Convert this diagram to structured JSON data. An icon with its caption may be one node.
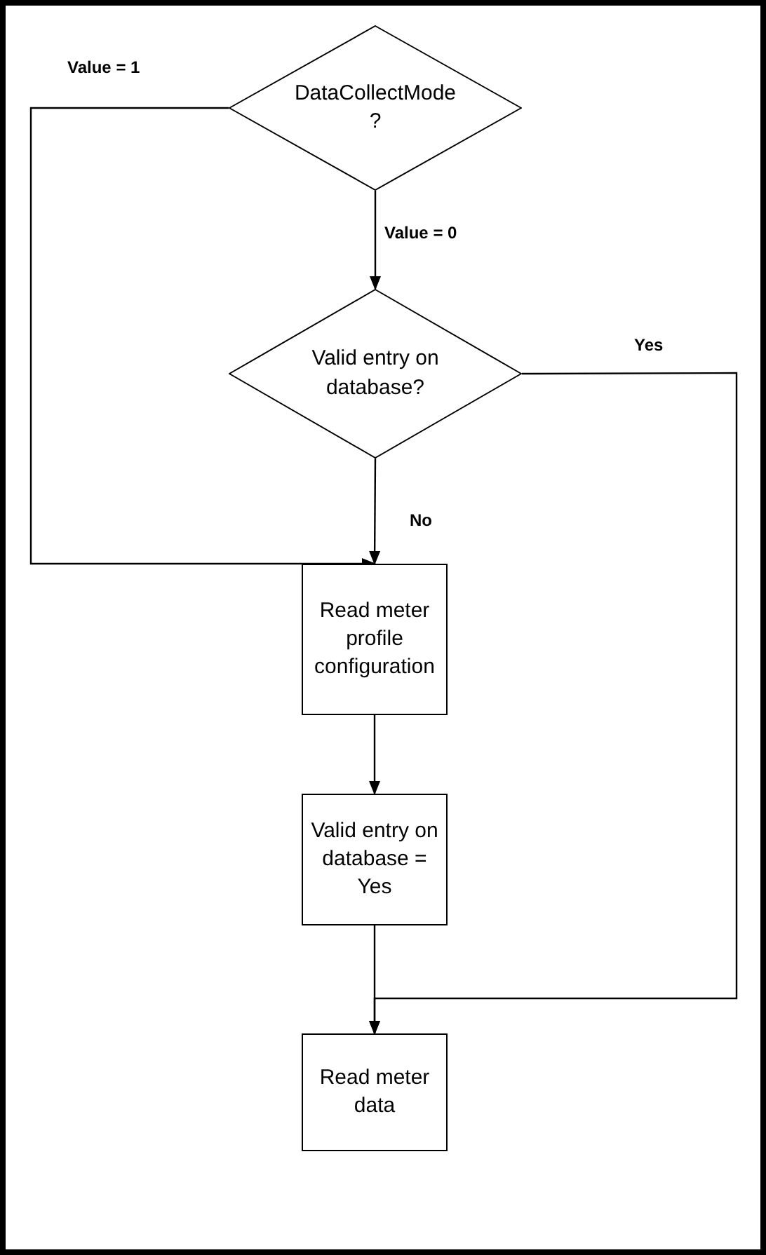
{
  "diagram": {
    "nodes": [
      {
        "text": [
          "DataCollectMode ?"
        ]
      },
      {
        "text": [
          "Valid entry on database?"
        ]
      },
      {
        "text": [
          "Read meter profile configuration"
        ]
      },
      {
        "text": [
          "Valid entry on database = Yes"
        ]
      },
      {
        "text": [
          "Read meter data"
        ]
      }
    ],
    "edges": [
      {
        "from": 0,
        "to": 1,
        "arrow": "to",
        "label": "Value = 0"
      },
      {
        "from": 0,
        "to": 2,
        "arrow": "to",
        "label": "Value = 1"
      },
      {
        "from": 1,
        "to": 2,
        "arrow": "to",
        "label": "No"
      },
      {
        "from": 1,
        "to": 4,
        "arrow": "to",
        "label": "Yes"
      },
      {
        "from": 2,
        "to": 3,
        "arrow": "to"
      },
      {
        "from": 3,
        "to": 4,
        "arrow": "to"
      }
    ]
  }
}
